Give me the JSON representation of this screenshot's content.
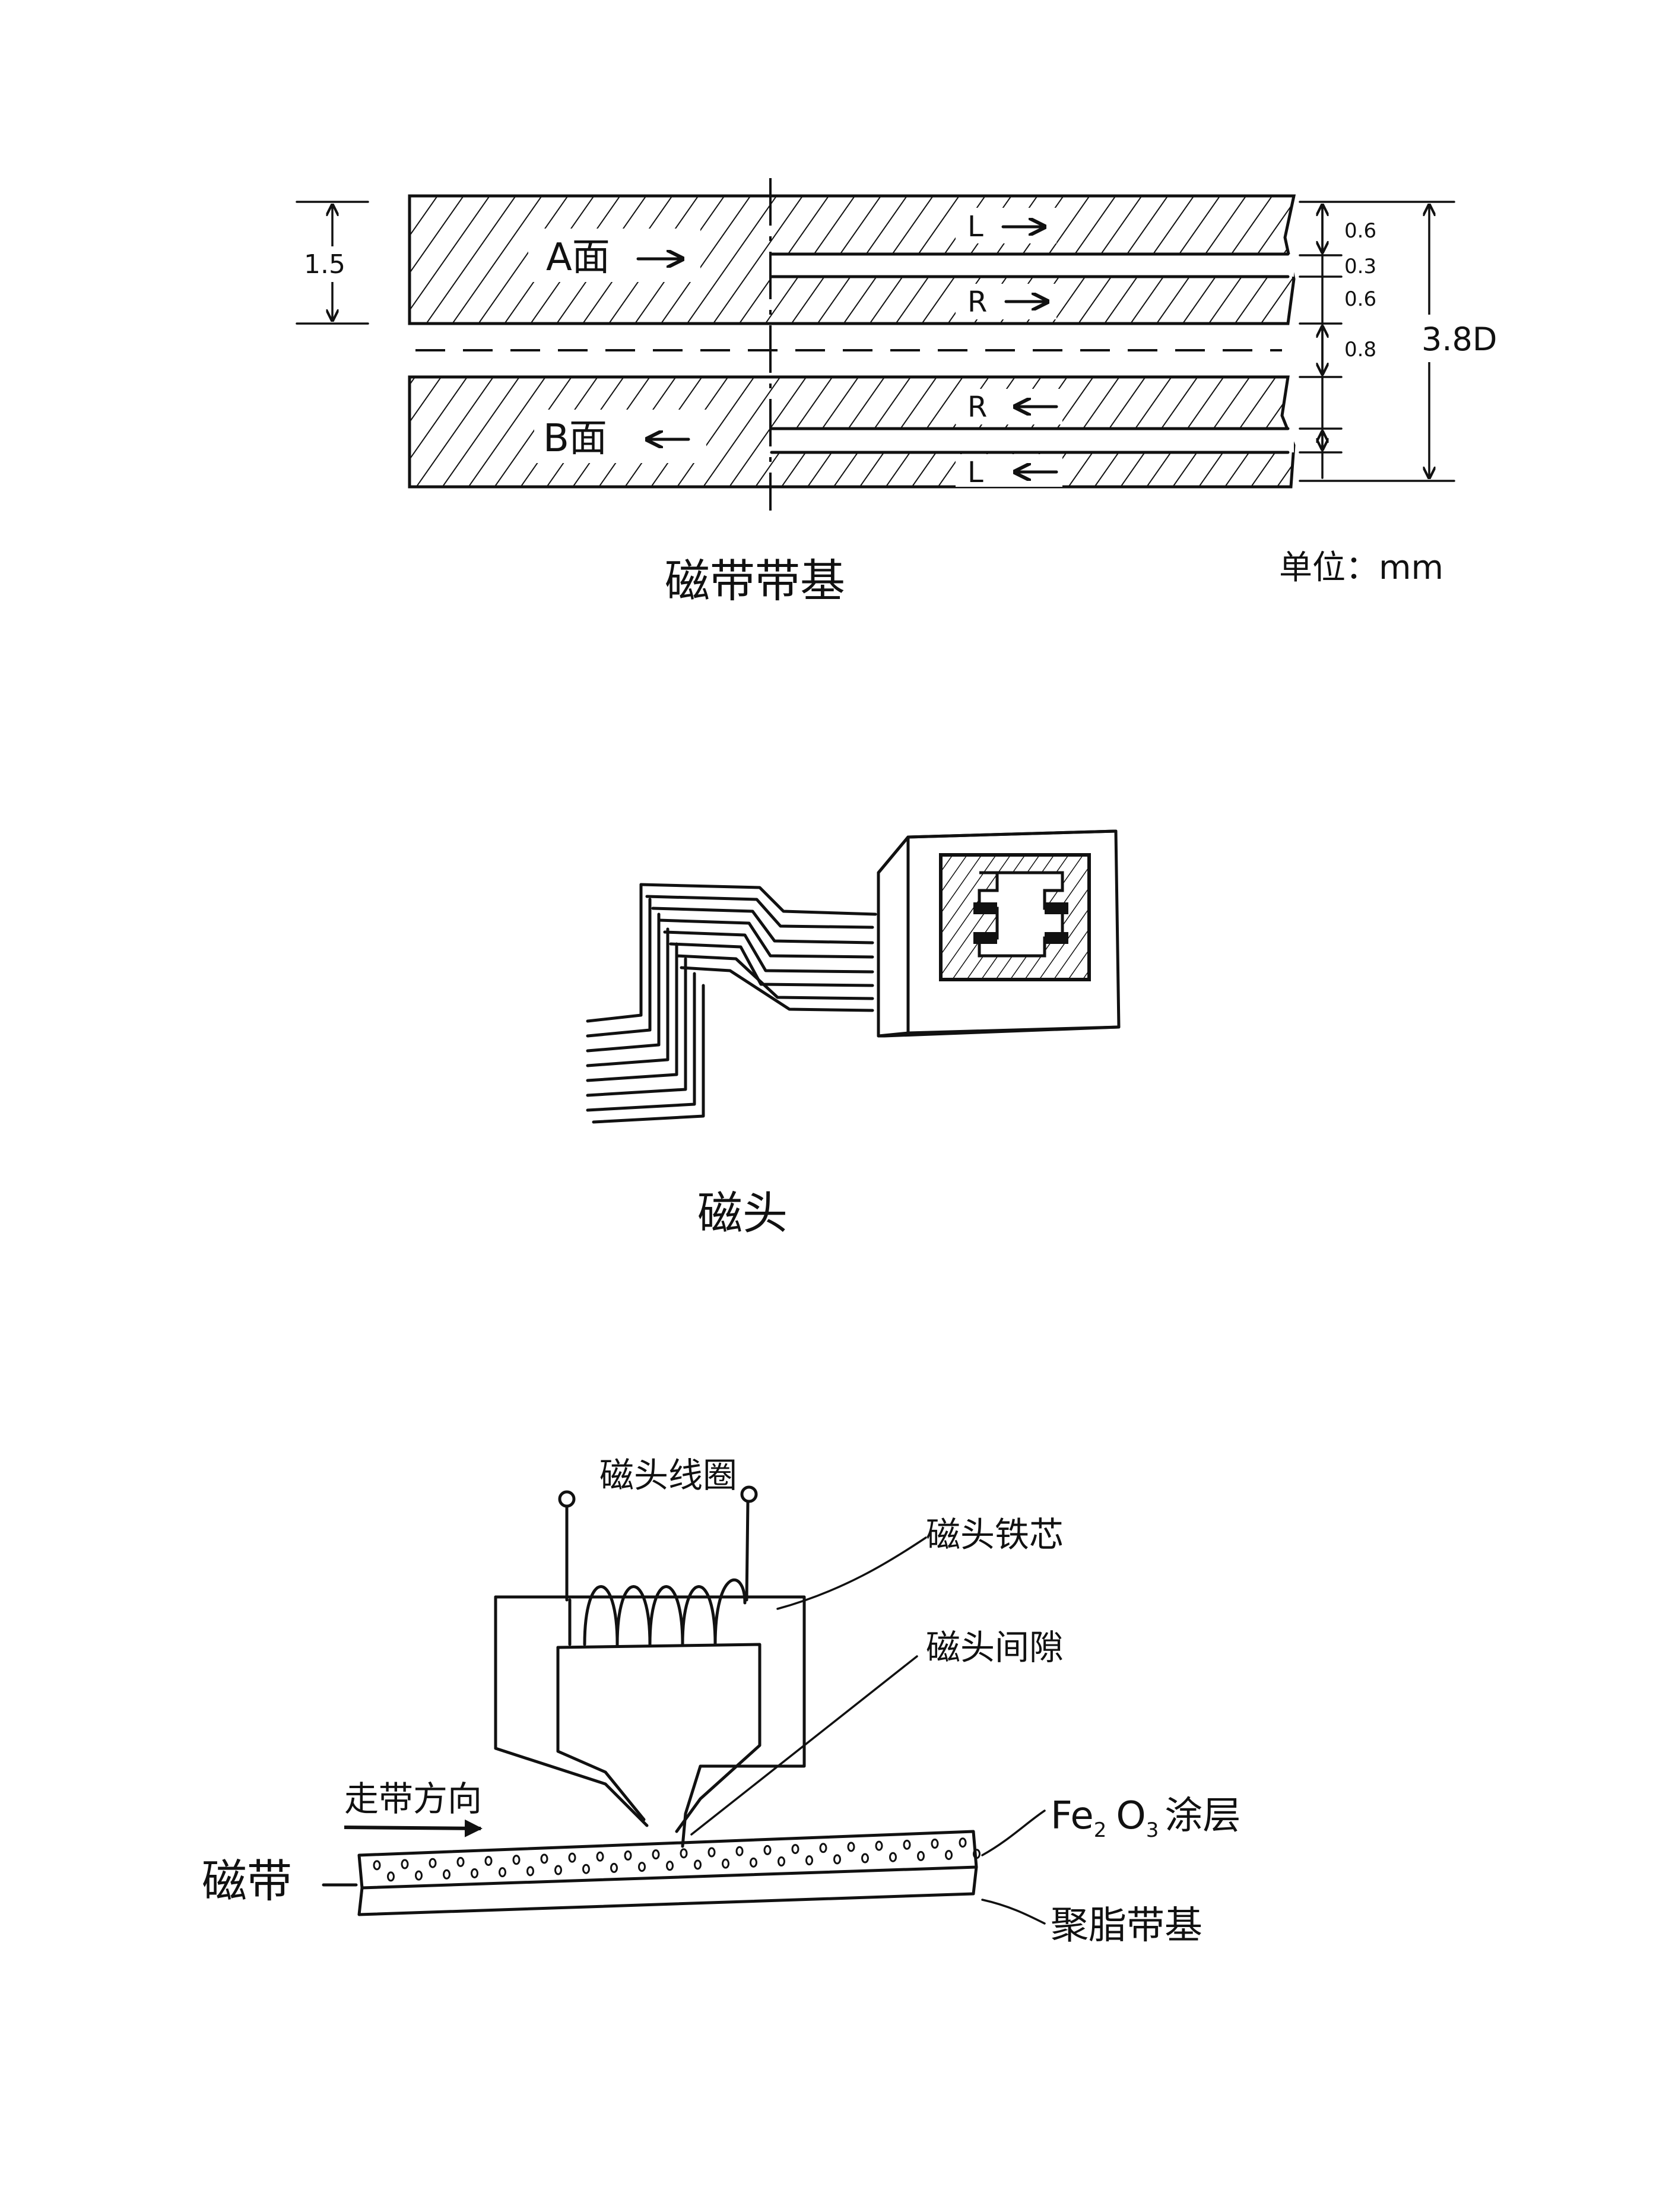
{
  "tape_diagram": {
    "side_a": "A面",
    "side_b": "B面",
    "track_l_top": "L",
    "track_r_top": "R",
    "track_r_bottom": "R",
    "track_l_bottom": "L",
    "dim_left": "1.5",
    "dim_top_track": "0.6",
    "dim_gap": "0.3",
    "dim_second_track": "0.6",
    "dim_center": "0.8",
    "dim_total": "3.8D",
    "caption": "磁带带基",
    "unit": "单位：mm"
  },
  "head_diagram": {
    "caption": "磁头"
  },
  "principle_diagram": {
    "coil": "磁头线圈",
    "core": "磁头铁芯",
    "gap": "磁头间隙",
    "direction": "走带方向",
    "tape": "磁带",
    "coating_fe": "Fe",
    "coating_sub1": "2",
    "coating_o": "O",
    "coating_sub2": "3",
    "coating_rest": "涂层",
    "base": "聚脂带基"
  },
  "colors": {
    "ink": "#111111",
    "paper": "#ffffff"
  }
}
